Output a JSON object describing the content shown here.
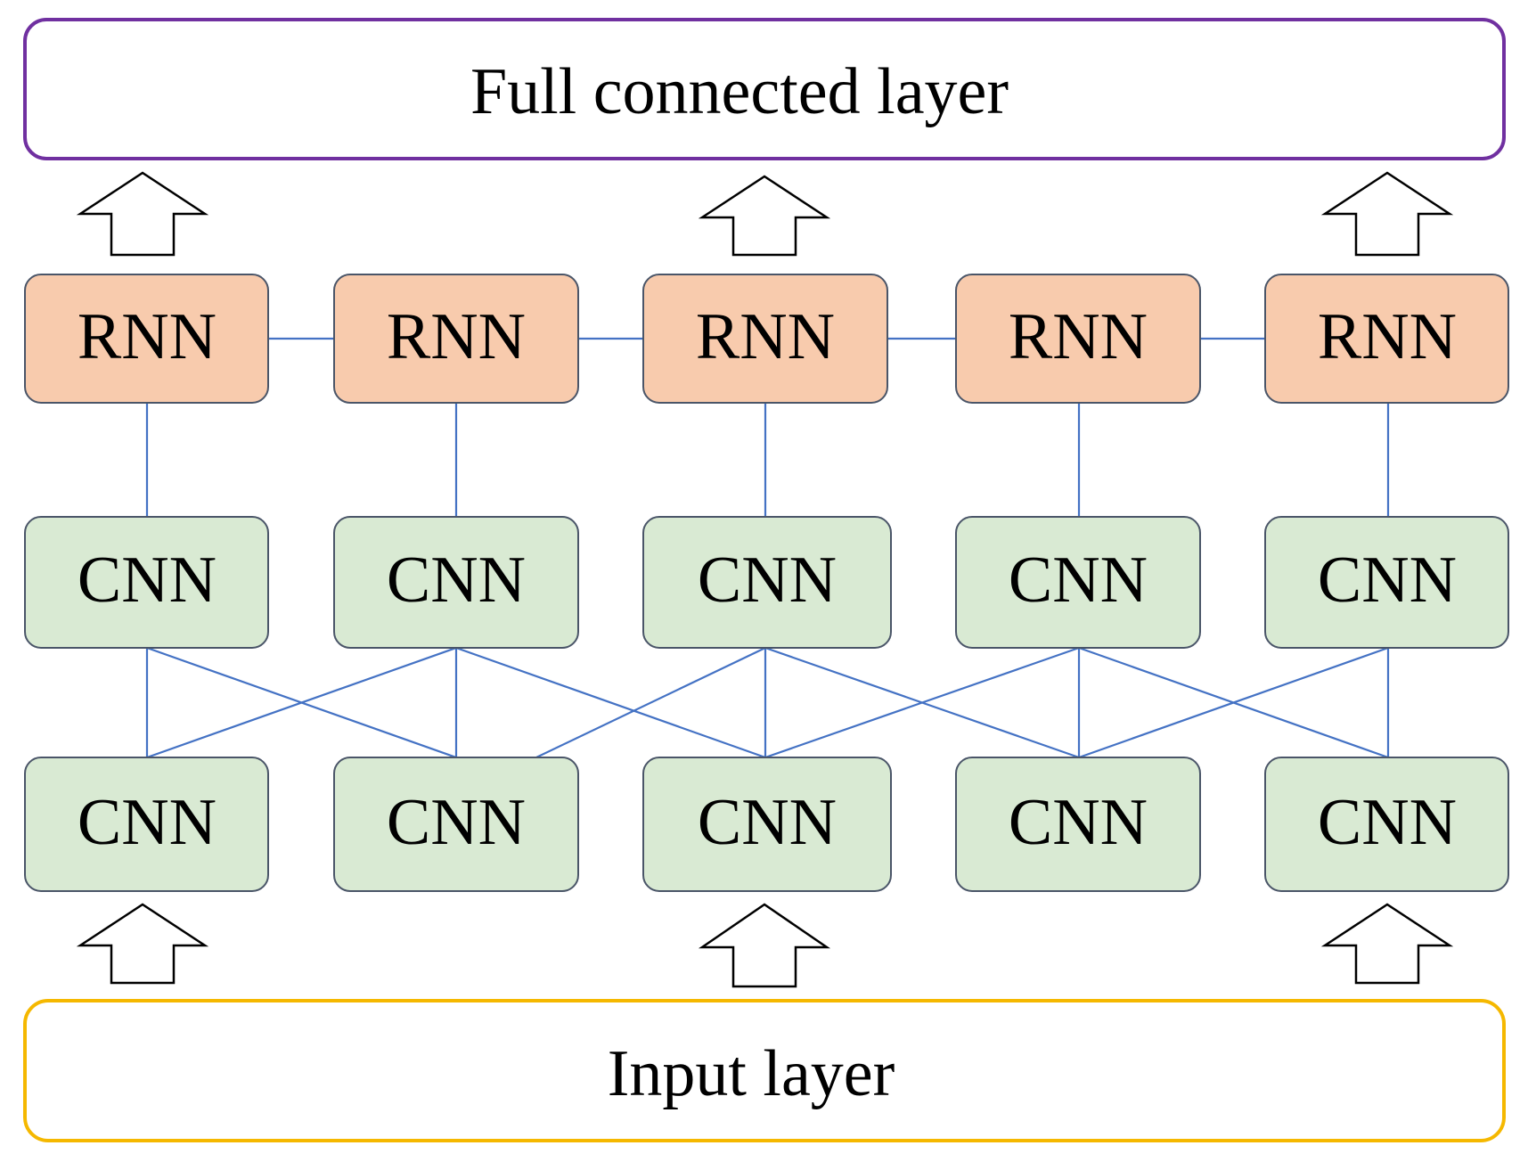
{
  "top_layer": {
    "label": "Full connected layer"
  },
  "bottom_layer": {
    "label": "Input layer"
  },
  "rnn_row": {
    "nodes": [
      "RNN",
      "RNN",
      "RNN",
      "RNN",
      "RNN"
    ]
  },
  "cnn_upper_row": {
    "nodes": [
      "CNN",
      "CNN",
      "CNN",
      "CNN",
      "CNN"
    ]
  },
  "cnn_lower_row": {
    "nodes": [
      "CNN",
      "CNN",
      "CNN",
      "CNN",
      "CNN"
    ]
  },
  "colors": {
    "full_connected_border": "#7030a0",
    "input_border": "#f5b800",
    "rnn_fill": "#f8cbad",
    "cnn_fill": "#d9ead3",
    "connection": "#4472c4"
  },
  "icons": {
    "arrows": "hollow-up-arrow-icon"
  }
}
